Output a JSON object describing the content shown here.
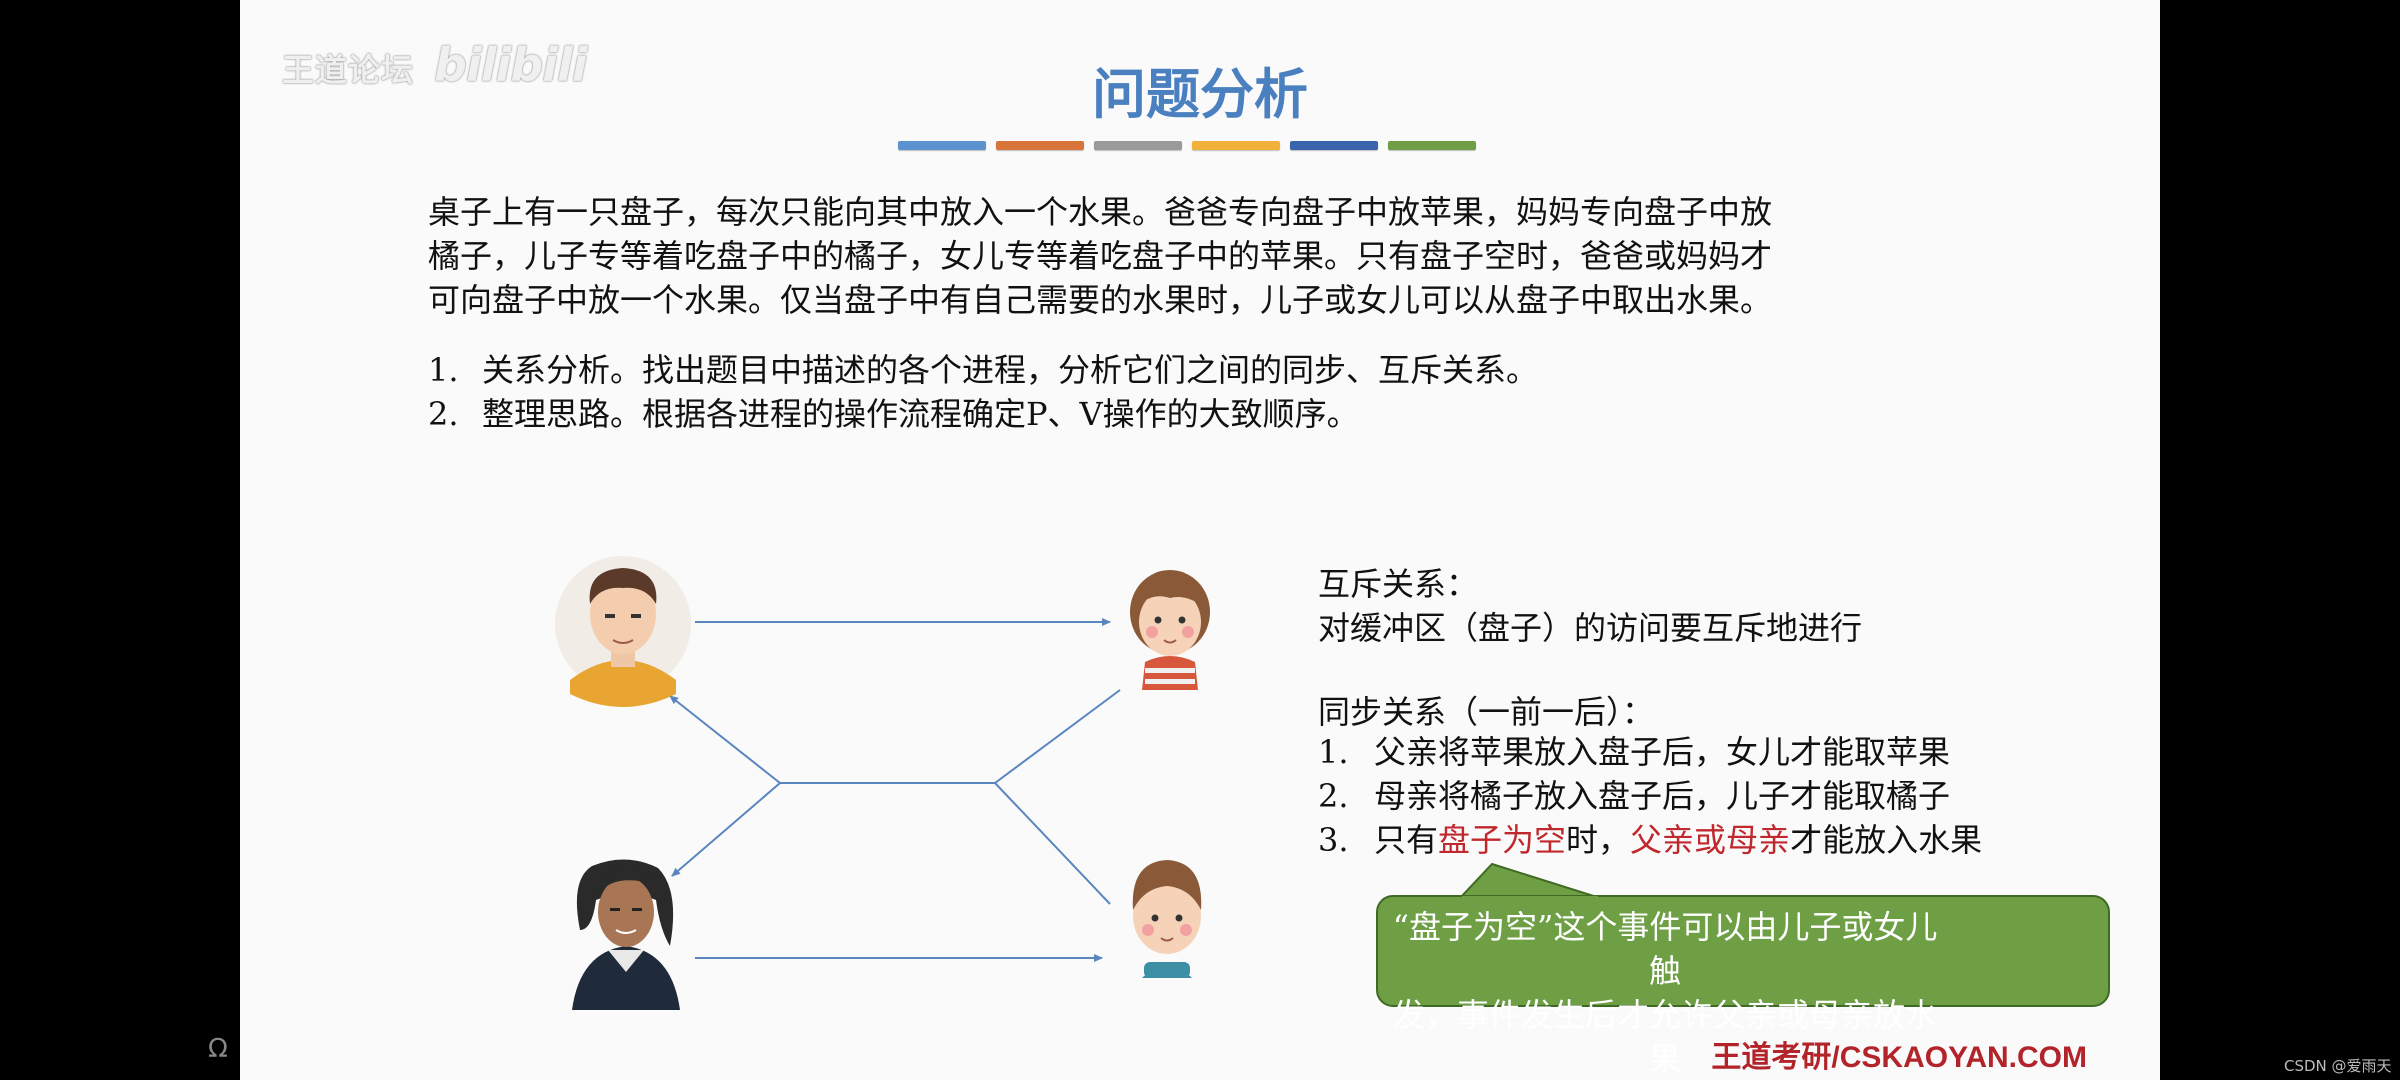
{
  "watermark": {
    "logo_text": "王道论坛",
    "bili_text": "bilibili"
  },
  "slide": {
    "title": "问题分析",
    "color_bars": [
      "#5b93d0",
      "#d8743a",
      "#9a9a9a",
      "#f0b03a",
      "#3a63ad",
      "#6f9e44"
    ],
    "paragraph_lines": [
      "桌子上有一只盘子，每次只能向其中放入一个水果。爸爸专向盘子中放苹果，妈妈专向盘子中放",
      "橘子，儿子专等着吃盘子中的橘子，女儿专等着吃盘子中的苹果。只有盘子空时，爸爸或妈妈才",
      "可向盘子中放一个水果。仅当盘子中有自己需要的水果时，儿子或女儿可以从盘子中取出水果。"
    ],
    "steps": [
      {
        "num": "1.",
        "text": "关系分析。找出题目中描述的各个进程，分析它们之间的同步、互斥关系。"
      },
      {
        "num": "2.",
        "text": "整理思路。根据各进程的操作流程确定P、V操作的大致顺序。"
      }
    ],
    "mutex_title": "互斥关系：",
    "mutex_text": "对缓冲区（盘子）的访问要互斥地进行",
    "sync_title": "同步关系（一前一后）：",
    "sync_items": [
      {
        "num": "1.",
        "text": "父亲将苹果放入盘子后，女儿才能取苹果"
      },
      {
        "num": "2.",
        "text": "母亲将橘子放入盘子后，儿子才能取橘子"
      },
      {
        "num": "3.",
        "pre": "只有",
        "red1": "盘子为空",
        "mid": "时，",
        "red2": "父亲或母亲",
        "post": "才能放入水果"
      }
    ],
    "callout_lines": [
      "“盘子为空”这个事件可以由儿子或女儿触",
      "发，事件发生后才允许父亲或母亲放水果"
    ],
    "footer": "王道考研/CSKAOYAN.COM",
    "avatars": [
      "father-avatar",
      "daughter-avatar",
      "mother-avatar",
      "son-avatar"
    ],
    "colors": {
      "title": "#4a7fc0",
      "red": "#c0282d",
      "callout_green": "#6e9f45",
      "arrow": "#5a86bf"
    }
  },
  "csdn_tag": "CSDN @爱雨天"
}
